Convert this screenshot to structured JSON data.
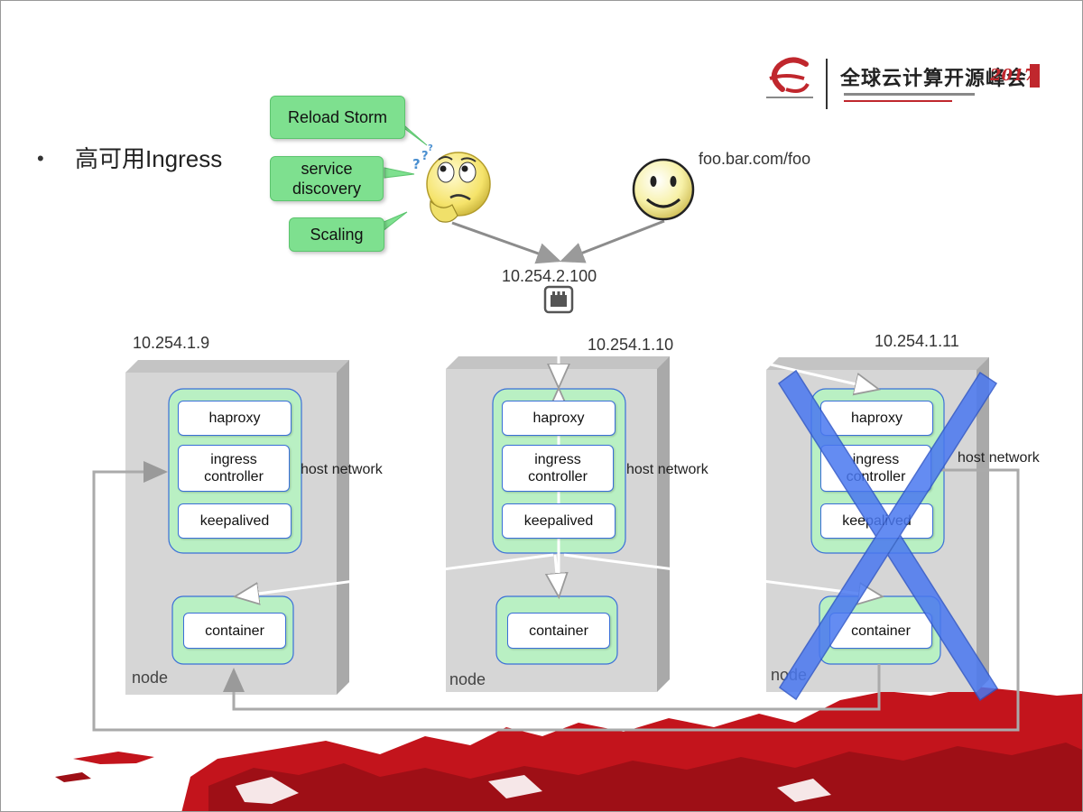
{
  "slide": {
    "bullet": "•",
    "title": "高可用Ingress"
  },
  "logo": {
    "name": "全球云计算开源峰会",
    "year": "2017"
  },
  "bubbles": {
    "reload_storm": "Reload Storm",
    "service_discovery": "service discovery",
    "scaling": "Scaling"
  },
  "url": "foo.bar.com/foo",
  "vip": "10.254.2.100",
  "nodes": [
    {
      "ip": "10.254.1.9",
      "haproxy": "haproxy",
      "ingress_controller": "ingress controller",
      "keepalived": "keepalived",
      "host_network": "host network",
      "container": "container",
      "node_label": "node",
      "failed": false
    },
    {
      "ip": "10.254.1.10",
      "haproxy": "haproxy",
      "ingress_controller": "ingress controller",
      "keepalived": "keepalived",
      "host_network": "host network",
      "container": "container",
      "node_label": "node",
      "failed": false
    },
    {
      "ip": "10.254.1.11",
      "haproxy": "haproxy",
      "ingress_controller": "ingress controller",
      "keepalived": "keepalived",
      "host_network": "host network",
      "container": "container",
      "node_label": "node",
      "failed": true
    }
  ],
  "colors": {
    "green_fill": "#b9f0c3",
    "bubble_green": "#7ee08f",
    "blue_border": "#3a6fd8",
    "node_gray": "#d6d6d6",
    "cross_blue": "#4a78f0",
    "brand_red": "#c0272d"
  },
  "icons": {
    "confused_face": "confused-face-icon",
    "happy_face": "smiley-face-icon",
    "load_balancer": "network-switch-icon"
  }
}
